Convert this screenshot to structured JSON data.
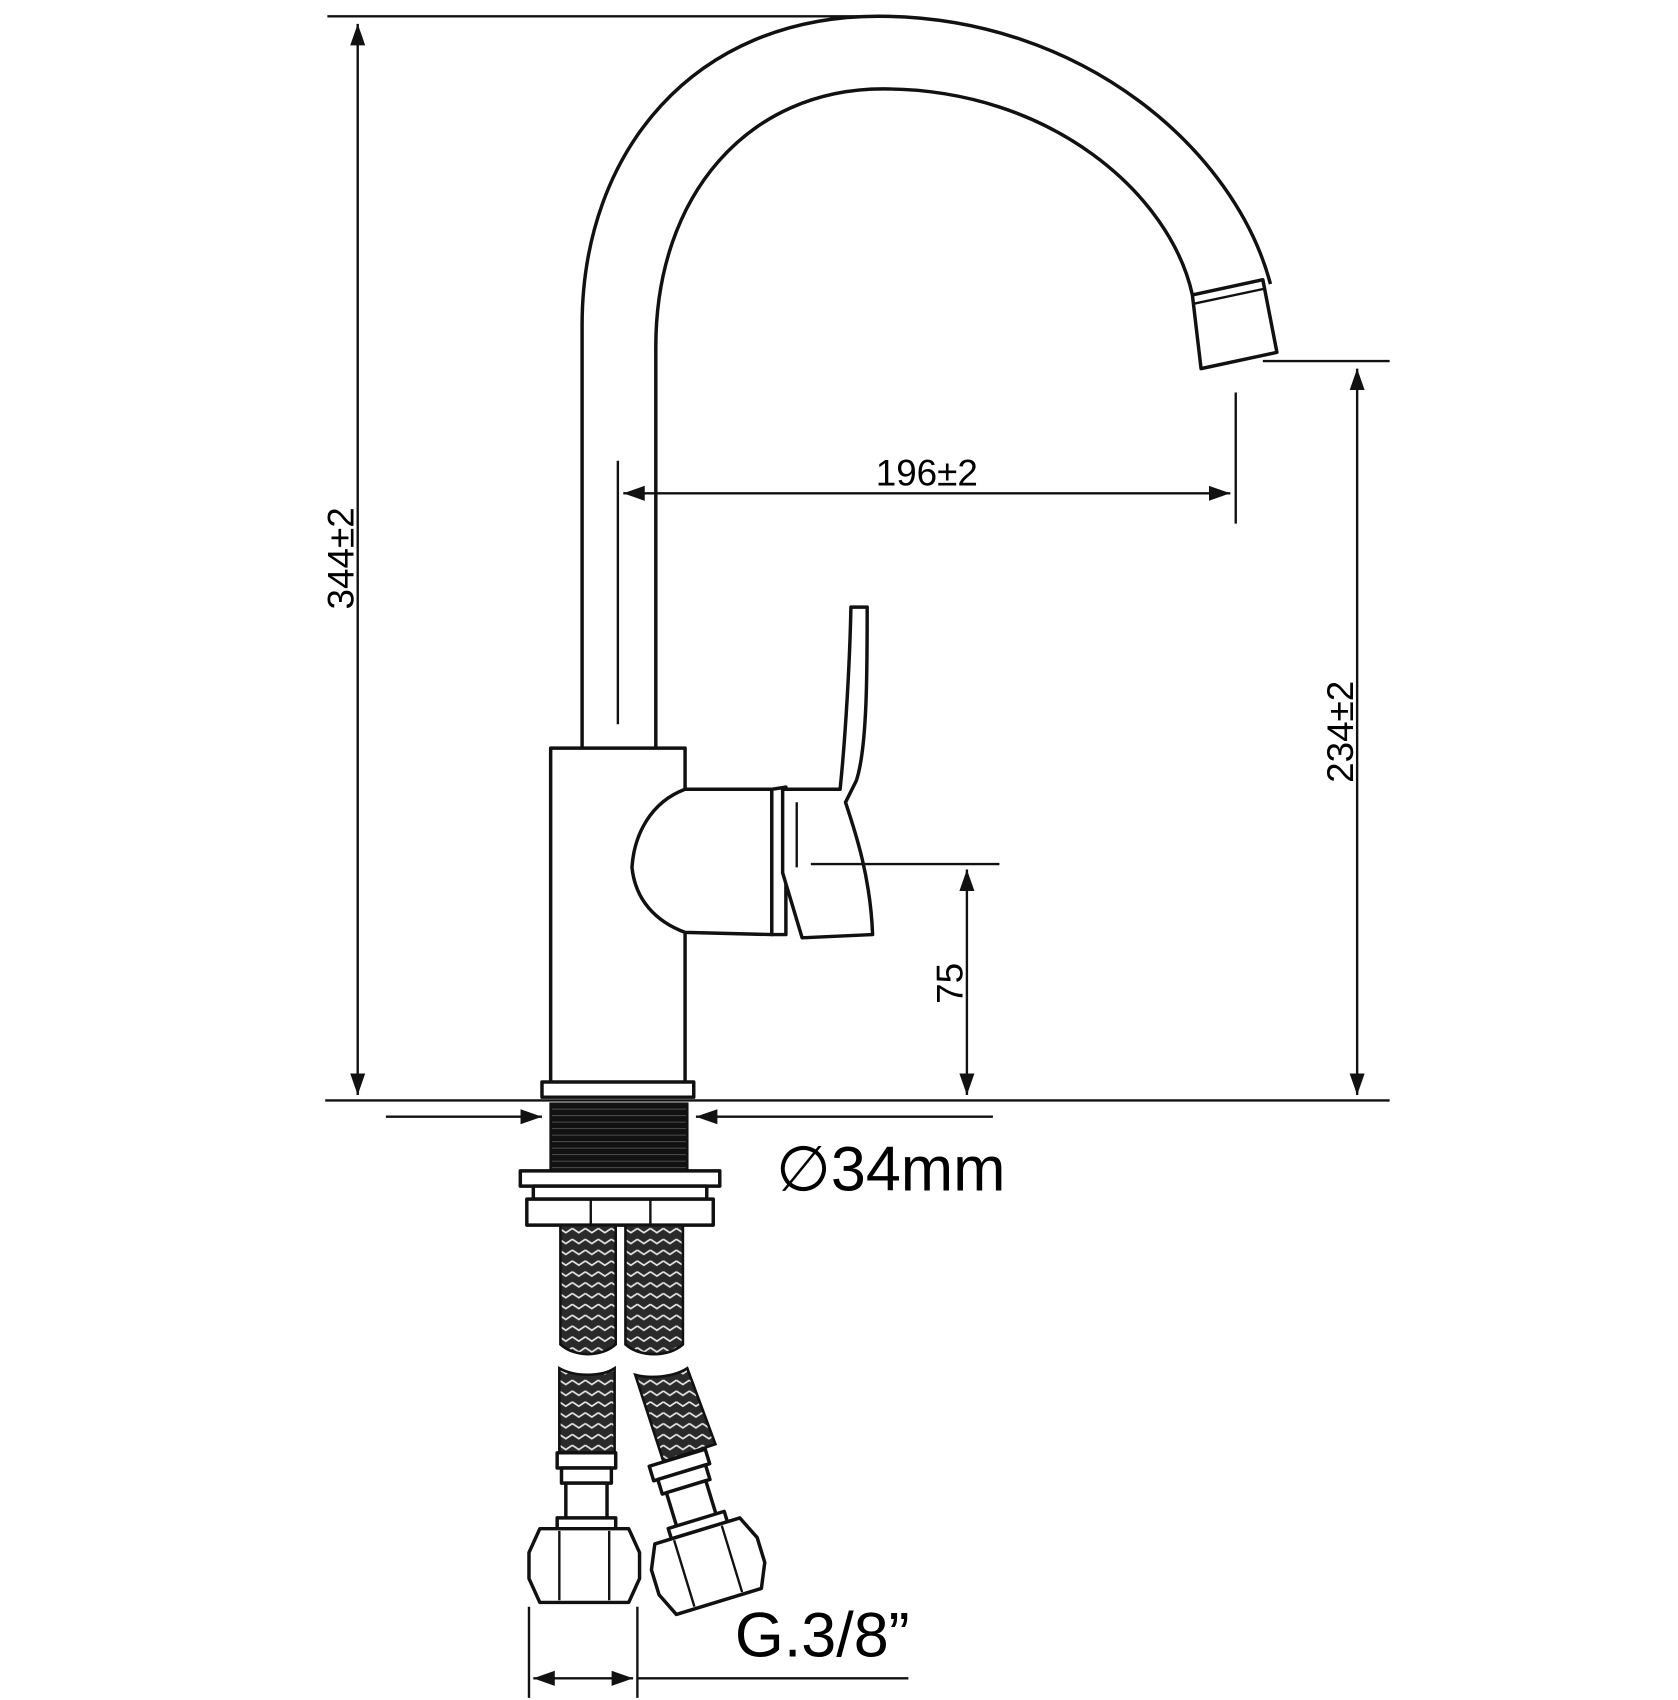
{
  "dimensions": {
    "total_height": "344±2",
    "spout_reach": "196±2",
    "spout_height": "234±2",
    "handle_height": "75",
    "mounting_hole": "∅34mm",
    "hose_thread": "G.3/8”"
  }
}
